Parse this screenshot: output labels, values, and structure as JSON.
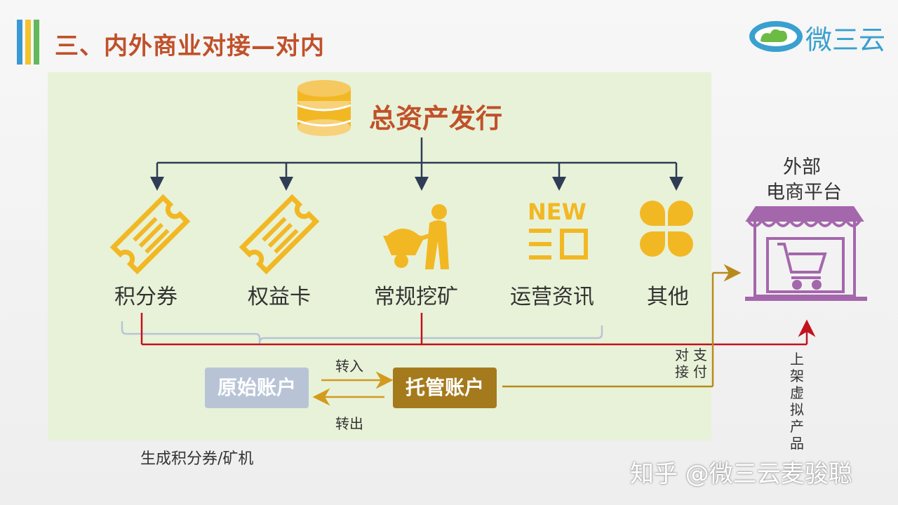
{
  "title": "三、内外商业对接—对内",
  "logo_text": "微三云",
  "top_node": "总资产发行",
  "categories": [
    "积分券",
    "权益卡",
    "常规挖矿",
    "运营资讯",
    "其他"
  ],
  "new_badge": "NEW",
  "external_platform": [
    "外部",
    "电商平台"
  ],
  "original_account": "原始账户",
  "custody_account": "托管账户",
  "transfer_in": "转入",
  "transfer_out": "转出",
  "payment_link": [
    "对",
    "接",
    "支",
    "付"
  ],
  "listing_label": "上架虚拟产品",
  "footer_note": "生成积分券/矿机",
  "watermark": "知乎 @微三云麦骏聪",
  "colors": {
    "title": "#c0512a",
    "icon_gold": "#f2b824",
    "connector": "#2e3c55",
    "red_line": "#c2121c",
    "gold_line": "#b88a1c",
    "custody_box": "#a57a1c",
    "original_box": "#b8c4d6",
    "store_purple": "#a467ac"
  }
}
